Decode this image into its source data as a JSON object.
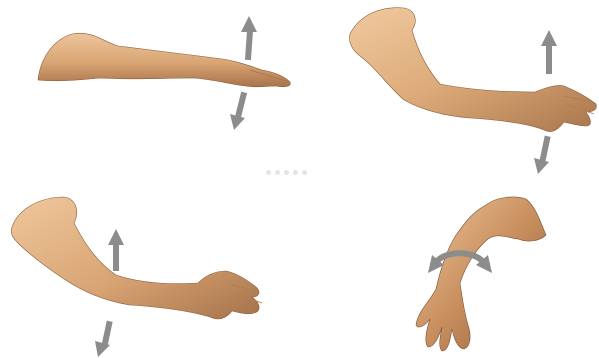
{
  "illustration": {
    "panels": [
      {
        "subject": "arm-extended-forward",
        "motion": "vertical-up-down"
      },
      {
        "subject": "arm-raised-forward",
        "motion": "vertical-up-down"
      },
      {
        "subject": "arm-diagonal-forward",
        "motion": "vertical-up-down"
      },
      {
        "subject": "arm-hanging-down",
        "motion": "rotation"
      }
    ],
    "colors": {
      "skin_light": "#e7b98a",
      "skin_mid": "#d09a6a",
      "skin_dark": "#9c6b44",
      "arrow": "#8c8c8c",
      "background": "#ffffff"
    }
  }
}
